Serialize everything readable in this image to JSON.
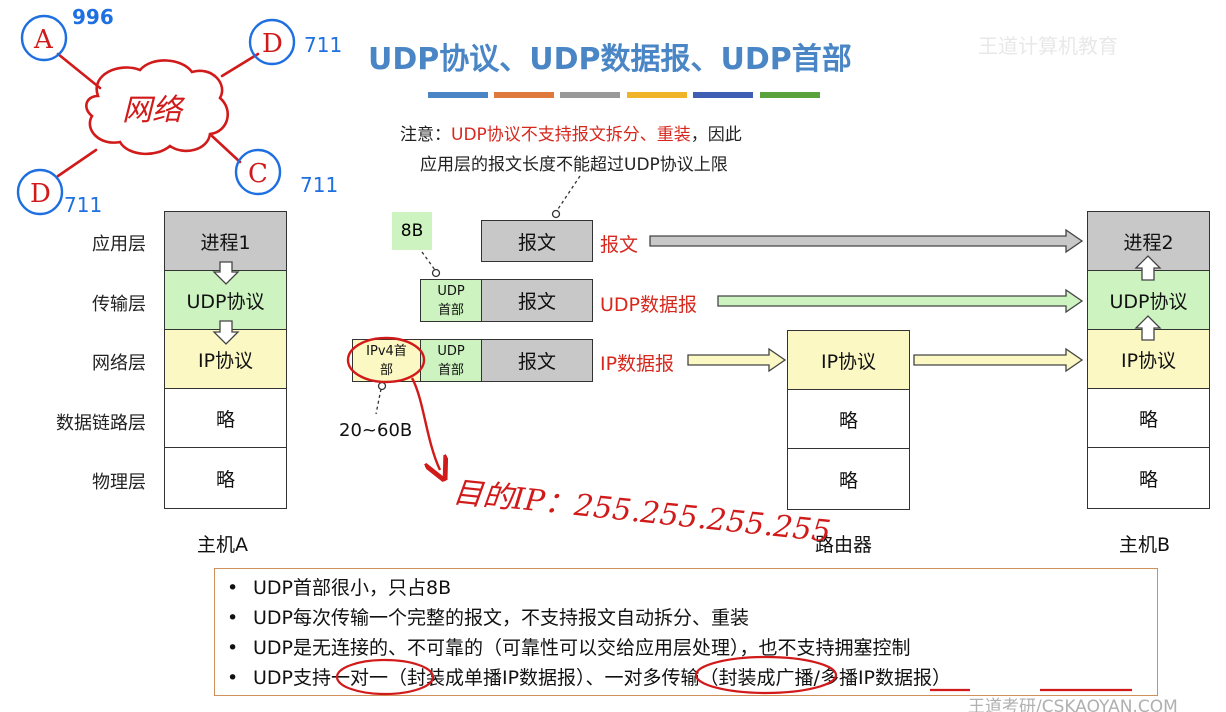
{
  "title": "UDP协议、UDP数据报、UDP首部",
  "stripe_colors": [
    "#4a86c5",
    "#e07a3c",
    "#999999",
    "#f0b429",
    "#3f5fb5",
    "#5aa23c"
  ],
  "note": {
    "prefix": "注意：",
    "highlight": "UDP协议不支持报文拆分、重装",
    "suffix": "，因此",
    "line2": "应用层的报文长度不能超过UDP协议上限"
  },
  "layers": [
    "应用层",
    "传输层",
    "网络层",
    "数据链路层",
    "物理层"
  ],
  "hostA": {
    "caption": "主机A",
    "cells": [
      "进程1",
      "UDP协议",
      "IP协议",
      "略",
      "略"
    ]
  },
  "hostB": {
    "caption": "主机B",
    "cells": [
      "进程2",
      "UDP协议",
      "IP协议",
      "略",
      "略"
    ]
  },
  "router": {
    "caption": "路由器",
    "cells": [
      "IP协议",
      "略",
      "略"
    ]
  },
  "packets": {
    "message": "报文",
    "udp_header": "UDP首部",
    "ipv4_header": "IPv4首部",
    "label_message": "报文",
    "label_udp": "UDP数据报",
    "label_ip": "IP数据报"
  },
  "sizes": {
    "udp_header_size": "8B",
    "ip_header_size": "20~60B"
  },
  "bullets": [
    "UDP首部很小，只占8B",
    "UDP每次传输一个完整的报文，不支持报文自动拆分、重装",
    "UDP是无连接的、不可靠的（可靠性可以交给应用层处理），也不支持拥塞控制",
    "UDP支持一对一（封装成单播IP数据报）、一对多传输（封装成广播/多播IP数据报）"
  ],
  "handwriting": {
    "network": "网络",
    "node_a": "A",
    "node_a_port": "996",
    "node_d_top": "D",
    "node_d_top_port": "711",
    "node_c": "C",
    "node_c_port": "711",
    "node_d_left": "D",
    "node_d_left_port": "711",
    "dest_ip": "目的IP：255.255.255.255"
  },
  "watermark": {
    "top_right": "王道计算机教育",
    "bottom_right": "王道考研/CSKAOYAN.COM"
  },
  "colors": {
    "title": "#4a86c5",
    "note_red": "#d7281e",
    "handwriting_red": "#d11a1a",
    "handwriting_blue": "#1e6fe0",
    "udp_green": "#cdf3c0",
    "ip_yellow": "#fbf8c4",
    "app_gray": "#c8c8c8"
  }
}
